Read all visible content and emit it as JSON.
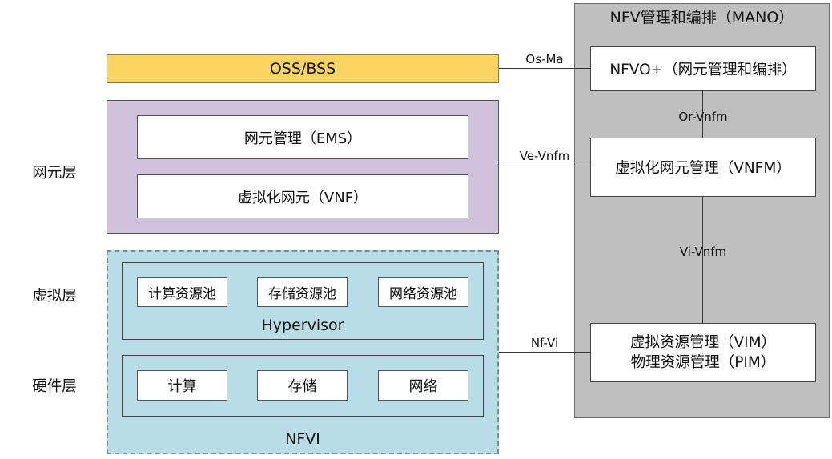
{
  "mano": {
    "title": "NFV管理和编排（MANO）",
    "nfvo": "NFVO+（网元管理和编排）",
    "vnfm": "虚拟化网元管理（VNFM）",
    "vim_line1": "虚拟资源管理（VIM）",
    "vim_line2": "物理资源管理（PIM）"
  },
  "oss_bss": "OSS/BSS",
  "network_element_layer": {
    "ems": "网元管理（EMS）",
    "vnf": "虚拟化网元（VNF）"
  },
  "nfvi": {
    "label": "NFVI",
    "hypervisor": "Hypervisor",
    "pools": [
      "计算资源池",
      "存储资源池",
      "网络资源池"
    ],
    "hardware": [
      "计算",
      "存储",
      "网络"
    ]
  },
  "layers": {
    "network_element": "网元层",
    "virtualization": "虚拟层",
    "hardware": "硬件层"
  },
  "interfaces": {
    "os_ma": "Os-Ma",
    "ve_vnfm": "Ve-Vnfm",
    "nf_vi": "Nf-Vi",
    "or_vnfm": "Or-Vnfm",
    "vi_vnfm": "Vi-Vnfm"
  },
  "colors": {
    "oss_bss_fill": "#fcd462",
    "network_element_fill": "#cfc3dc",
    "nfvi_fill": "#b9dde6",
    "mano_fill": "#bfbfbf"
  }
}
